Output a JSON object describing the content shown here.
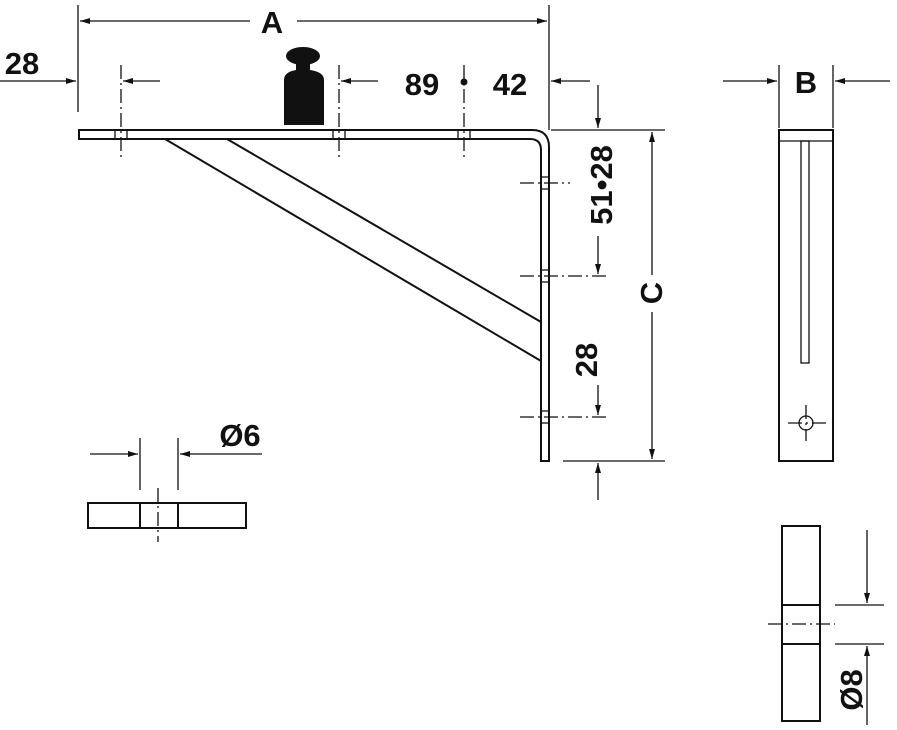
{
  "title": "Shelf bracket dimension drawing",
  "labels": {
    "width": "A",
    "height": "C",
    "depth": "B",
    "edge_offset": "28",
    "hole_spacing_top_1": "89",
    "hole_spacing_top_2": "42",
    "hole_spacing_side": "51•28",
    "side_bottom_offset": "28",
    "hole_diameter_top": "Ø6",
    "hole_diameter_side": "Ø8"
  },
  "colors": {
    "line": "#111111",
    "background": "#ffffff"
  }
}
